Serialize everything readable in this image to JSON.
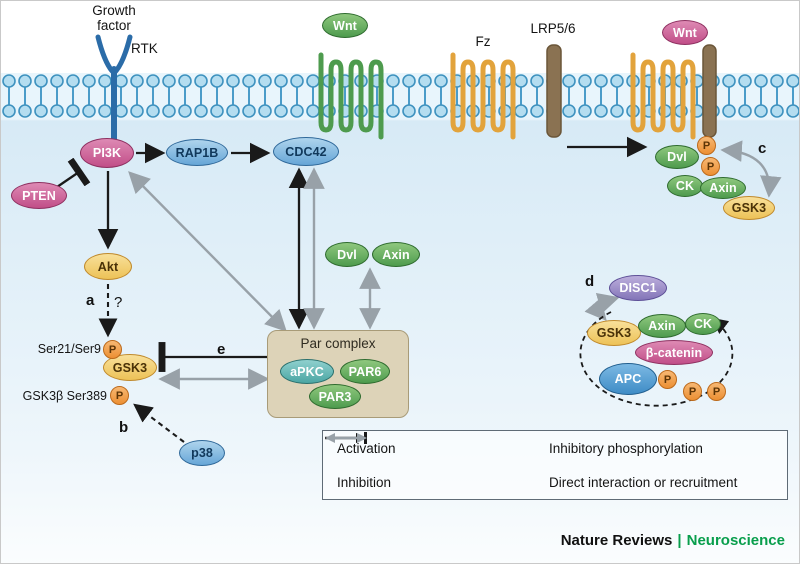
{
  "labels": {
    "growth_factor_line1": "Growth",
    "growth_factor_line2": "factor",
    "rtk": "RTK",
    "fz": "Fz",
    "lrp56": "LRP5/6"
  },
  "nodes": {
    "wnt": "Wnt",
    "pi3k": "PI3K",
    "pten": "PTEN",
    "rap1b": "RAP1B",
    "cdc42": "CDC42",
    "akt": "Akt",
    "gsk3": "GSK3",
    "p38": "p38",
    "dvl": "Dvl",
    "axin": "Axin",
    "ck": "CK",
    "apkc": "aPKC",
    "par6": "PAR6",
    "par3": "PAR3",
    "par_complex": "Par complex",
    "disc1": "DISC1",
    "beta_catenin": "β-catenin",
    "apc": "APC",
    "p": "P"
  },
  "sites": {
    "ser21_ser9": "Ser21/Ser9",
    "gsk3b_ser389": "GSK3β Ser389"
  },
  "annotations": {
    "a": "a",
    "b": "b",
    "c": "c",
    "d": "d",
    "e": "e",
    "question": "?"
  },
  "legend": {
    "activation": "Activation",
    "inhibitory_phosphorylation": "Inhibitory phosphorylation",
    "inhibition": "Inhibition",
    "direct_interaction": "Direct interaction or recruitment"
  },
  "footer": {
    "brand": "Nature Reviews",
    "separator": "|",
    "journal": "Neuroscience"
  },
  "colors": {
    "membrane_blue": "#3e92bf",
    "green": "#4e9b4e",
    "yellow": "#edc257",
    "pink": "#c14e88",
    "blue": "#66a6d7",
    "purple": "#8375b8",
    "orange_p": "#ec8f33",
    "gray_arrow": "#98a1a8",
    "brand_green": "#089e4c"
  }
}
